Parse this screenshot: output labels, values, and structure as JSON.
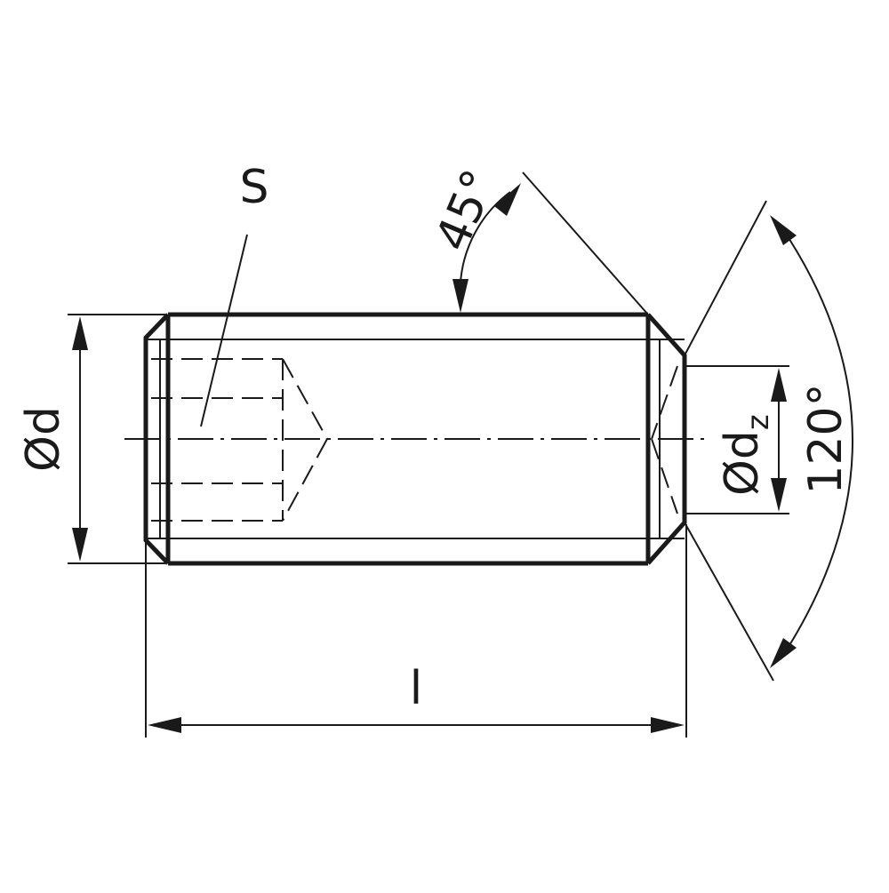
{
  "labels": {
    "s": "S",
    "angle_chamfer": "45°",
    "angle_point": "120°",
    "diameter_d": "Ød",
    "diameter_dz_main": "Ød",
    "diameter_dz_sub": "z",
    "length": "l"
  }
}
